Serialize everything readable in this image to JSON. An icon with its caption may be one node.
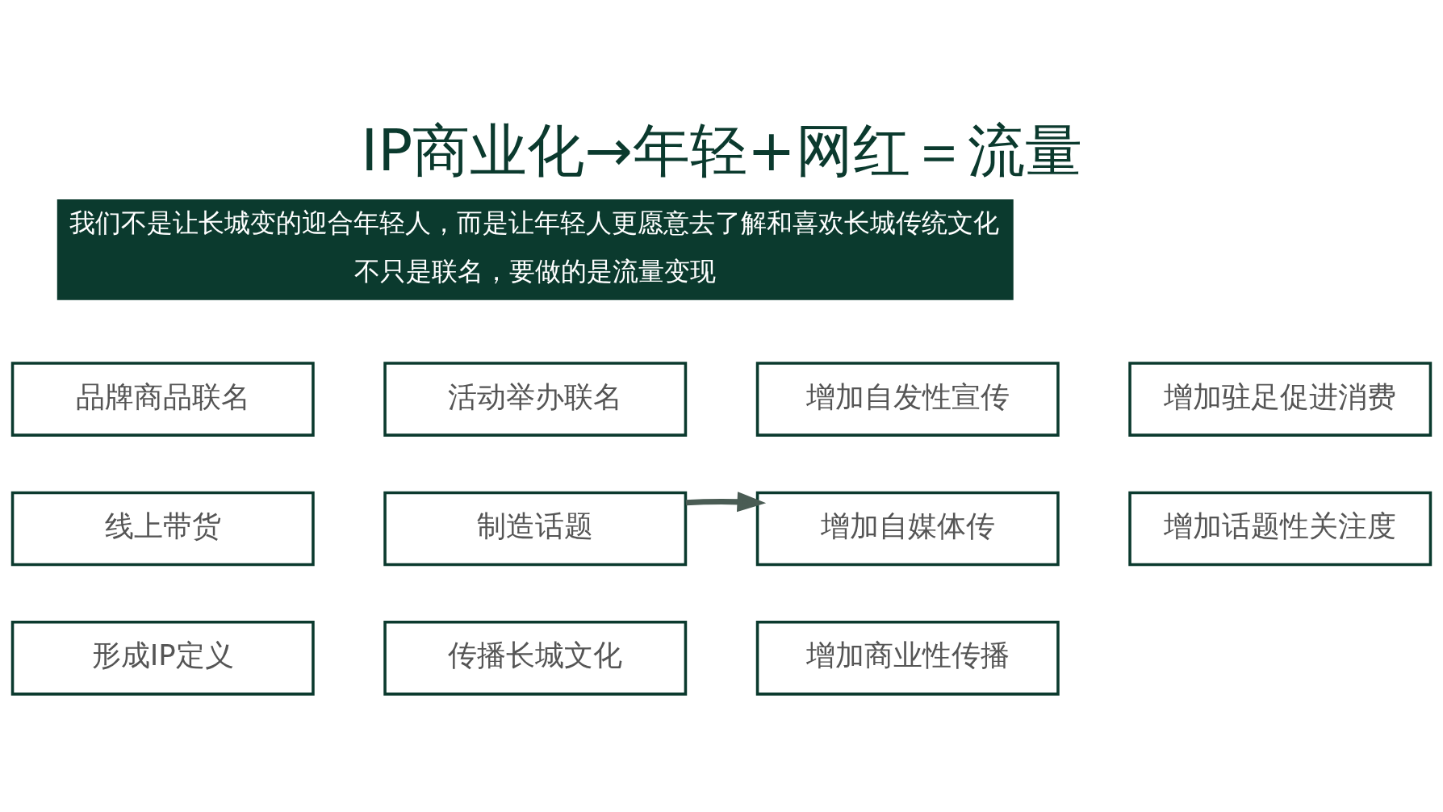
{
  "diagram": {
    "title": "IP商业化→年轻+网红＝流量",
    "nodes": [
      {
        "text": [
          "品牌商品联名"
        ]
      },
      {
        "text": [
          "线上带货"
        ]
      },
      {
        "text": [
          "形成IP定义"
        ]
      },
      {
        "text": [
          "活动举办联名"
        ]
      },
      {
        "text": [
          "制造话题"
        ]
      },
      {
        "text": [
          "传播长城文化"
        ]
      },
      {
        "text": [
          "增加自发性宣传"
        ]
      },
      {
        "text": [
          "增加自媒体传"
        ]
      },
      {
        "text": [
          "增加商业性传播"
        ]
      },
      {
        "text": [
          "增加驻足促进消费"
        ]
      },
      {
        "text": [
          "增加话题性关注度"
        ]
      }
    ],
    "edges": [
      {
        "from": 4,
        "to": 7,
        "arrow": "to"
      }
    ],
    "labels": [
      "我们不是让长城变的迎合年轻人，而是让年轻人更愿意去了解和喜欢长城传统文化",
      "不只是联名，要做的是流量变现"
    ]
  }
}
